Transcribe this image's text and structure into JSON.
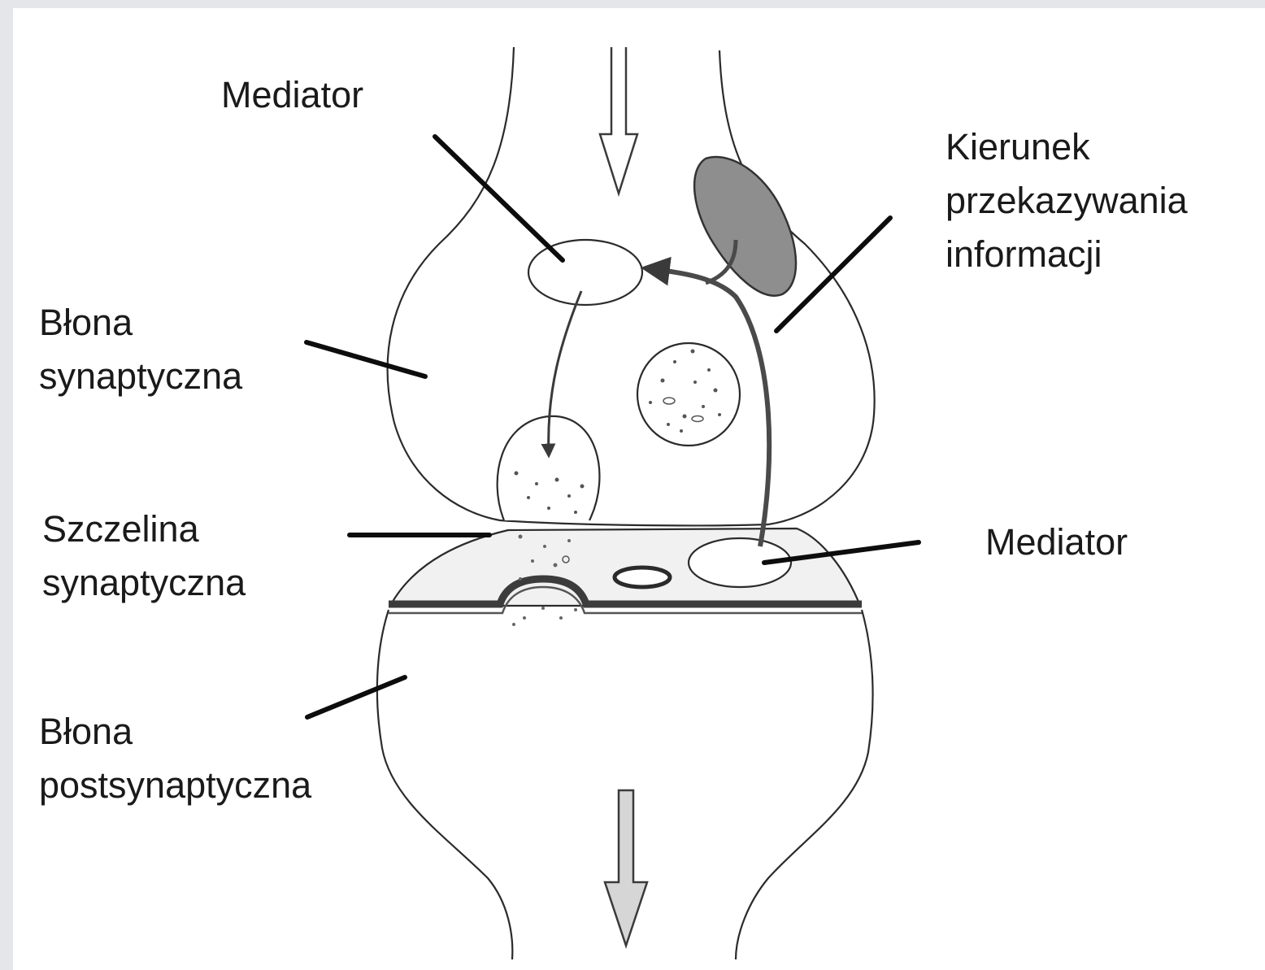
{
  "labels": {
    "mediator_top": "Mediator",
    "direction": [
      "Kierunek",
      "przekazywania",
      "informacji"
    ],
    "synaptic_membrane": [
      "Błona",
      "synaptyczna"
    ],
    "synaptic_cleft": [
      "Szczelina",
      "synaptyczna"
    ],
    "mediator_bottom": "Mediator",
    "postsynaptic_membrane": [
      "Błona",
      "postsynaptyczna"
    ]
  },
  "colors": {
    "background": "#ffffff",
    "frame": "#e4e6e9",
    "ink": "#1a1a1a",
    "mitochondrion_fill": "#8e8e8e",
    "cleft_fill": "#f1f1f1",
    "arrow_fill": "#d6d6d6"
  }
}
